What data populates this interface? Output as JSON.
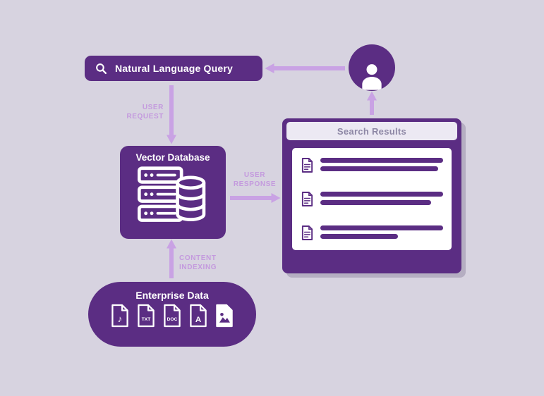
{
  "colors": {
    "background": "#d7d3e0",
    "primary": "#5b2d83",
    "arrow": "#c9a2e4",
    "flow_label_text": "#c49ade",
    "window_header_bg": "#ece9f3",
    "window_header_text": "#8d87a5",
    "panel_bg": "#ffffff"
  },
  "query_pill": {
    "label": "Natural Language Query"
  },
  "flow_labels": {
    "user_request": "USER REQUEST",
    "user_response": "USER RESPONSE",
    "content_indexing": "CONTENT INDEXING"
  },
  "vector_db": {
    "title": "Vector Database"
  },
  "search_window": {
    "title": "Search Results",
    "results": [
      {
        "bars": [
          "100%",
          "96%"
        ]
      },
      {
        "bars": [
          "100%",
          "90%"
        ]
      },
      {
        "bars": [
          "100%",
          "63%"
        ]
      }
    ]
  },
  "enterprise": {
    "title": "Enterprise Data",
    "files": [
      {
        "type": "audio",
        "label": "♪"
      },
      {
        "type": "txt",
        "label": "TXT"
      },
      {
        "type": "doc",
        "label": "DOC"
      },
      {
        "type": "pdf",
        "label": "A"
      },
      {
        "type": "image",
        "label": ""
      }
    ]
  }
}
